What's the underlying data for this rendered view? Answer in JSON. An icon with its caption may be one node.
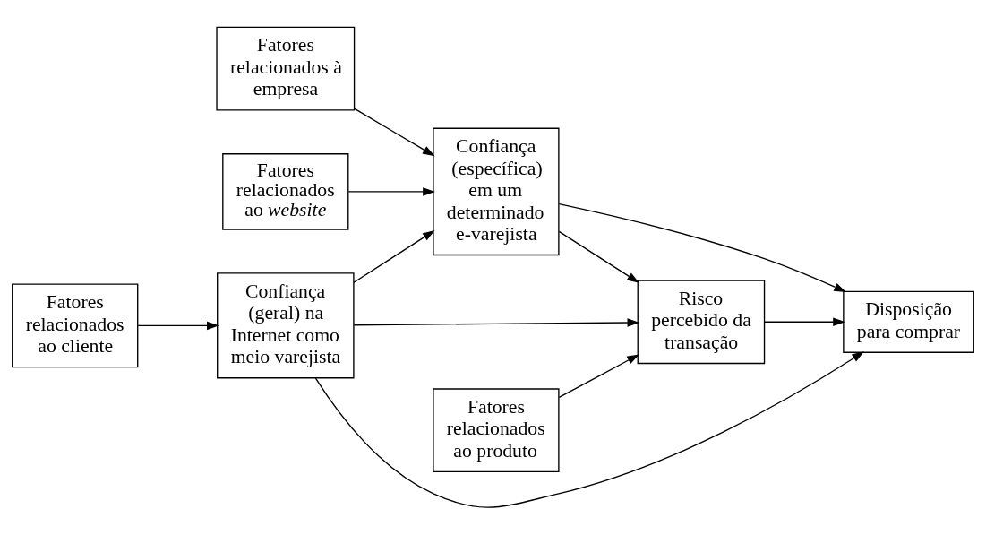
{
  "diagram": {
    "nodes": [
      {
        "text": [
          "Fatores relacionados à empresa"
        ]
      },
      {
        "text": [
          "Fatores relacionados ao *website*"
        ]
      },
      {
        "text": [
          "Confiança (específica) em um determinado e-varejista"
        ]
      },
      {
        "text": [
          "Fatores relacionados ao cliente"
        ]
      },
      {
        "text": [
          "Confiança (geral) na Internet como meio varejista"
        ]
      },
      {
        "text": [
          "Fatores relacionados ao produto"
        ]
      },
      {
        "text": [
          "Risco percebido da transação"
        ]
      },
      {
        "text": [
          "Disposição para comprar"
        ]
      }
    ],
    "edges": [
      {
        "from": 0,
        "to": 2,
        "arrow": "to"
      },
      {
        "from": 1,
        "to": 2,
        "arrow": "to"
      },
      {
        "from": 4,
        "to": 2,
        "arrow": "to"
      },
      {
        "from": 3,
        "to": 4,
        "arrow": "to"
      },
      {
        "from": 2,
        "to": 6,
        "arrow": "to"
      },
      {
        "from": 2,
        "to": 7,
        "arrow": "to"
      },
      {
        "from": 4,
        "to": 6,
        "arrow": "to"
      },
      {
        "from": 4,
        "to": 7,
        "arrow": "to"
      },
      {
        "from": 5,
        "to": 6,
        "arrow": "to"
      },
      {
        "from": 6,
        "to": 7,
        "arrow": "to"
      }
    ]
  }
}
